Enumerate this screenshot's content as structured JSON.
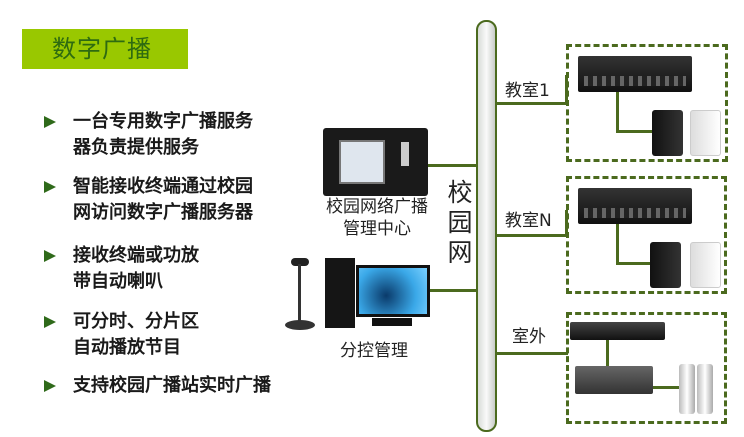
{
  "title": "数字广播",
  "bullets": [
    {
      "lines": [
        " 一台专用数字广播服务",
        "器负责提供服务"
      ]
    },
    {
      "lines": [
        "智能接收终端通过校园",
        "网访问数字广播服务器"
      ]
    },
    {
      "lines": [
        "接收终端或功放",
        "带自动喇叭"
      ]
    },
    {
      "lines": [
        "可分时、分片区",
        "自动播放节目"
      ]
    },
    {
      "lines": [
        "支持校园广播站实时广播"
      ]
    }
  ],
  "diagram": {
    "network_label": [
      "校",
      "园",
      "网"
    ],
    "server_label": [
      "校园网络广播",
      "管理中心"
    ],
    "pc_label": "分控管理",
    "zones": [
      "教室1",
      "教室N",
      "室外"
    ]
  },
  "colors": {
    "title_bg": "#99c800",
    "title_text": "#2e6b10",
    "line": "#4b6a1e"
  }
}
